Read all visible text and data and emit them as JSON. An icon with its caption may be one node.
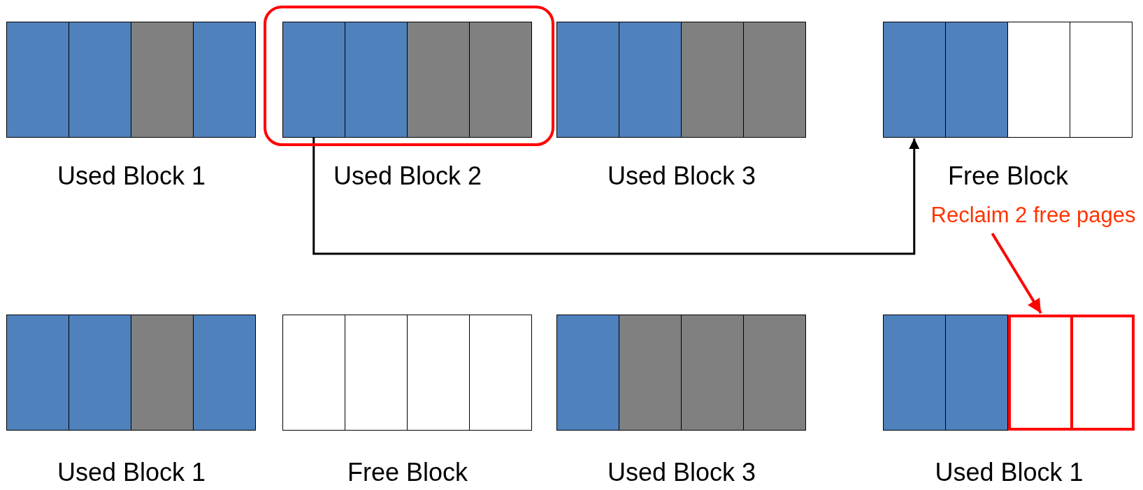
{
  "diagram": {
    "nodes": [
      {
        "text": [
          "Used Block 1"
        ]
      },
      {
        "text": [],
        "shape": "box",
        "in": 0
      },
      {
        "text": [],
        "shape": "box",
        "in": 0
      },
      {
        "text": [],
        "shape": "box",
        "in": 0
      },
      {
        "text": [],
        "shape": "box",
        "in": 0
      },
      {
        "text": [
          "Used Block 2"
        ]
      },
      {
        "text": [],
        "shape": "box",
        "in": 5
      },
      {
        "text": [],
        "shape": "box",
        "in": 5
      },
      {
        "text": [],
        "shape": "box",
        "in": 5
      },
      {
        "text": [],
        "shape": "box",
        "in": 5
      },
      {
        "text": [
          "Used Block 3"
        ]
      },
      {
        "text": [],
        "shape": "box",
        "in": 10
      },
      {
        "text": [],
        "shape": "box",
        "in": 10
      },
      {
        "text": [],
        "shape": "box",
        "in": 10
      },
      {
        "text": [],
        "shape": "box",
        "in": 10
      },
      {
        "text": [
          "Free Block"
        ]
      },
      {
        "text": [],
        "shape": "box",
        "in": 15
      },
      {
        "text": [],
        "shape": "box",
        "in": 15
      },
      {
        "text": [],
        "shape": "box",
        "in": 15
      },
      {
        "text": [],
        "shape": "box",
        "in": 15
      },
      {
        "text": [
          "Reclaim 2 free pages"
        ]
      },
      {
        "text": [
          "Used Block 1"
        ]
      },
      {
        "text": [],
        "shape": "box",
        "in": 21
      },
      {
        "text": [],
        "shape": "box",
        "in": 21
      },
      {
        "text": [],
        "shape": "box",
        "in": 21
      },
      {
        "text": [],
        "shape": "box",
        "in": 21
      },
      {
        "text": [
          "Free Block"
        ]
      },
      {
        "text": [],
        "shape": "box",
        "in": 26
      },
      {
        "text": [],
        "shape": "box",
        "in": 26
      },
      {
        "text": [],
        "shape": "box",
        "in": 26
      },
      {
        "text": [],
        "shape": "box",
        "in": 26
      },
      {
        "text": [
          "Used Block 3"
        ]
      },
      {
        "text": [],
        "shape": "box",
        "in": 31
      },
      {
        "text": [],
        "shape": "box",
        "in": 31
      },
      {
        "text": [],
        "shape": "box",
        "in": 31
      },
      {
        "text": [],
        "shape": "box",
        "in": 31
      },
      {
        "text": [
          "Used Block 1"
        ]
      },
      {
        "text": [],
        "shape": "box",
        "in": 36
      },
      {
        "text": [],
        "shape": "box",
        "in": 36
      },
      {
        "text": [],
        "shape": "box",
        "in": 36
      },
      {
        "text": [],
        "shape": "box",
        "in": 39
      },
      {
        "text": [],
        "shape": "box",
        "in": 39
      }
    ],
    "edges": [
      {
        "from": 6,
        "to": 16,
        "arrow": "to"
      },
      {
        "from": 20,
        "to": 39,
        "arrow": "to",
        "color": "#ff0000"
      }
    ]
  }
}
